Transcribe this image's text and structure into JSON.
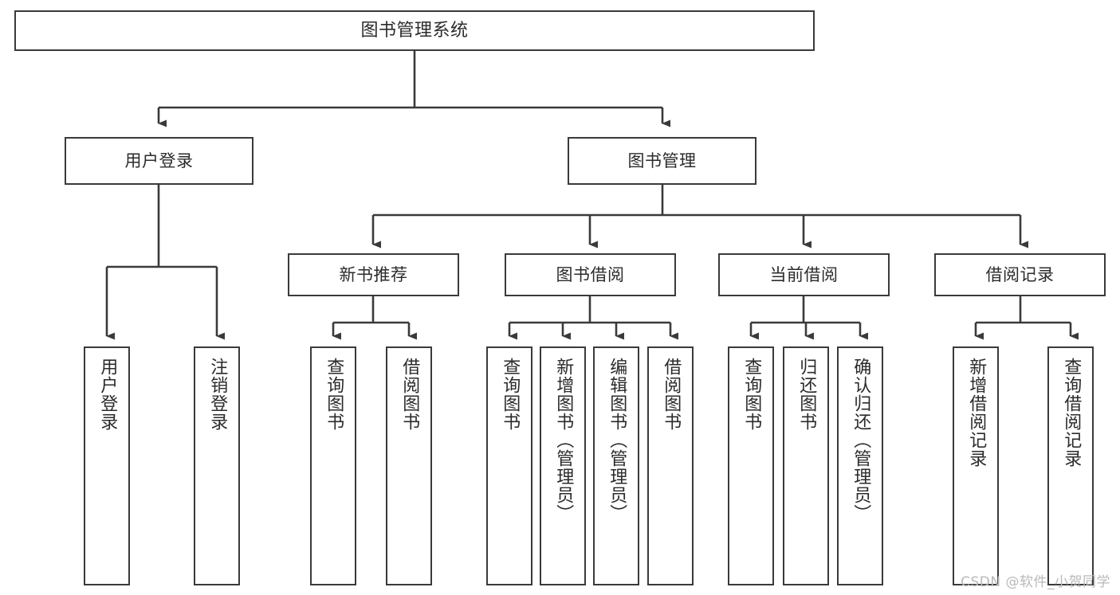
{
  "diagram": {
    "title": "图书管理系统",
    "watermark": "CSDN @软件_小贺同学",
    "colors": {
      "border": "#3a3a3a",
      "text": "#2b2b2b",
      "background": "#ffffff",
      "edge": "#3a3a3a",
      "watermark": "#b9b9b9"
    },
    "nodes": {
      "root": {
        "label": "图书管理系统"
      },
      "level2": [
        {
          "id": "user-login",
          "label": "用户登录"
        },
        {
          "id": "book-manage",
          "label": "图书管理"
        }
      ],
      "level3": [
        {
          "id": "new-book-recommend",
          "label": "新书推荐"
        },
        {
          "id": "book-borrow",
          "label": "图书借阅"
        },
        {
          "id": "current-borrow",
          "label": "当前借阅"
        },
        {
          "id": "borrow-record",
          "label": "借阅记录"
        }
      ],
      "leaves": {
        "user_login": [
          {
            "id": "leaf-user-login",
            "label": "用户登录"
          },
          {
            "id": "leaf-logout-login",
            "label": "注销登录"
          }
        ],
        "new_book_recommend": [
          {
            "id": "leaf-query-book-1",
            "label": "查询图书"
          },
          {
            "id": "leaf-borrow-book-1",
            "label": "借阅图书"
          }
        ],
        "book_borrow": [
          {
            "id": "leaf-query-book-2",
            "label": "查询图书"
          },
          {
            "id": "leaf-add-book",
            "label": "新增图书（管理员）"
          },
          {
            "id": "leaf-edit-book",
            "label": "编辑图书（管理员）"
          },
          {
            "id": "leaf-borrow-book-2",
            "label": "借阅图书"
          }
        ],
        "current_borrow": [
          {
            "id": "leaf-query-book-3",
            "label": "查询图书"
          },
          {
            "id": "leaf-return-book",
            "label": "归还图书"
          },
          {
            "id": "leaf-confirm-return",
            "label": "确认归还（管理员）"
          }
        ],
        "borrow_record": [
          {
            "id": "leaf-add-record",
            "label": "新增借阅记录"
          },
          {
            "id": "leaf-query-record",
            "label": "查询借阅记录"
          }
        ]
      }
    }
  }
}
